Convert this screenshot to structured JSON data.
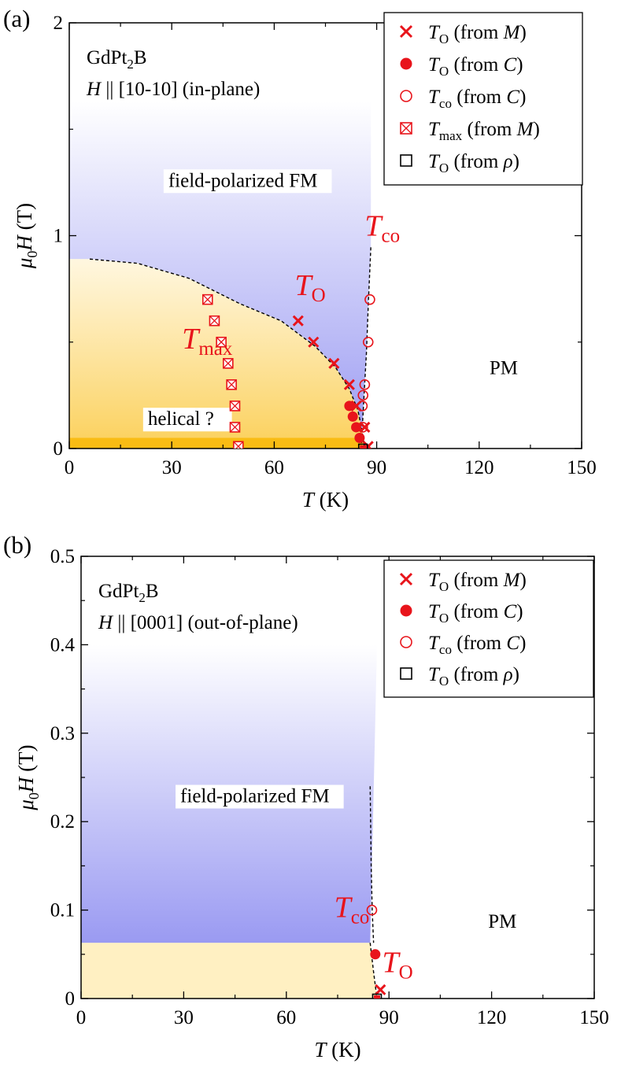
{
  "colors": {
    "marker": "#e8141b",
    "axis": "#000000",
    "fm_fill": "#9a9af2",
    "helical_fill": "#fff0c2",
    "helical_band": "#f9bc14",
    "boundary": "#000000"
  },
  "chart_data": [
    {
      "type": "scatter",
      "panel_label": "(a)",
      "xlabel_italic": "T",
      "xlabel_unit": " (K)",
      "ylabel_prefix": "μ",
      "ylabel_sub": "0",
      "ylabel_var": "H",
      "ylabel_unit": " (T)",
      "xlim": [
        0,
        150
      ],
      "ylim": [
        0,
        2
      ],
      "xticks": [
        0,
        30,
        60,
        90,
        120,
        150
      ],
      "xtick_labels": [
        "0",
        "30",
        "60",
        "90",
        "120",
        "150"
      ],
      "yticks": [
        0,
        1,
        2
      ],
      "ytick_labels": [
        "0",
        "1",
        "2"
      ],
      "sample": {
        "base": "GdPt",
        "sub": "2",
        "tail": "B"
      },
      "field_dir": {
        "var": "H",
        "text": " || [10-10] (in-plane)"
      },
      "legend": [
        {
          "marker": "cross",
          "sym": "T",
          "sub": "O",
          "text": " (from ",
          "var": "M",
          "close": ")"
        },
        {
          "marker": "filled_circle",
          "sym": "T",
          "sub": "O",
          "text": " (from ",
          "var": "C",
          "close": ")"
        },
        {
          "marker": "open_circle",
          "sym": "T",
          "sub": "co",
          "text": " (from ",
          "var": "C",
          "close": ")"
        },
        {
          "marker": "boxed_cross",
          "sym": "T",
          "sub": "max",
          "text": " (from ",
          "var": "M",
          "close": ")"
        },
        {
          "marker": "open_square",
          "sym": "T",
          "sub": "O",
          "text": " (from ",
          "var": "ρ",
          "close": ")"
        }
      ],
      "region_labels": [
        {
          "text": "field-polarized FM",
          "x": 29,
          "y": 1.23,
          "boxed": true
        },
        {
          "text": "helical ?",
          "x": 23,
          "y": 0.11,
          "boxed": true
        },
        {
          "text": "PM",
          "x": 123,
          "y": 0.35,
          "boxed": false
        }
      ],
      "big_labels": [
        {
          "sym": "T",
          "sub": "co",
          "x": 86.5,
          "y": 1.0
        },
        {
          "sym": "T",
          "sub": "O",
          "x": 66,
          "y": 0.72
        },
        {
          "sym": "T",
          "sub": "max",
          "x": 33,
          "y": 0.47
        }
      ],
      "regions": {
        "fm_top": 1.63,
        "helical_band": 0.05,
        "ordered_boundary": [
          [
            0,
            0.89
          ],
          [
            6,
            0.89
          ],
          [
            20,
            0.87
          ],
          [
            35,
            0.8
          ],
          [
            50,
            0.68
          ],
          [
            62,
            0.6
          ],
          [
            72,
            0.48
          ],
          [
            78,
            0.38
          ],
          [
            82,
            0.28
          ],
          [
            84.5,
            0.18
          ],
          [
            85.5,
            0.1
          ],
          [
            86.2,
            0.03
          ],
          [
            86.5,
            0
          ]
        ],
        "crossover_boundary": [
          [
            85.5,
            0
          ],
          [
            85.8,
            0.1
          ],
          [
            86.3,
            0.25
          ],
          [
            87,
            0.45
          ],
          [
            87.6,
            0.7
          ],
          [
            88.3,
            0.95
          ]
        ]
      },
      "series": [
        {
          "name": "TO (from M)",
          "marker": "cross",
          "x": [
            67,
            71.5,
            77.5,
            82,
            84,
            86.5,
            87.5
          ],
          "y": [
            0.6,
            0.5,
            0.4,
            0.3,
            0.2,
            0.1,
            0.01
          ]
        },
        {
          "name": "TO (from C)",
          "marker": "filled_circle",
          "x": [
            82,
            83,
            84,
            85
          ],
          "y": [
            0.2,
            0.15,
            0.1,
            0.05
          ]
        },
        {
          "name": "Tco (from C)",
          "marker": "open_circle",
          "x": [
            88,
            87.5,
            86.5,
            86,
            85.8,
            85.9
          ],
          "y": [
            0.7,
            0.5,
            0.3,
            0.25,
            0.2,
            0.1
          ]
        },
        {
          "name": "Tmax (from M)",
          "marker": "boxed_cross",
          "x": [
            40.5,
            42.5,
            44.5,
            46.5,
            47.5,
            48.5,
            48.5,
            49.5
          ],
          "y": [
            0.7,
            0.6,
            0.5,
            0.4,
            0.3,
            0.2,
            0.1,
            0.01
          ]
        },
        {
          "name": "TO (from rho)",
          "marker": "open_square",
          "x": [
            86
          ],
          "y": [
            0
          ]
        }
      ]
    },
    {
      "type": "scatter",
      "panel_label": "(b)",
      "xlabel_italic": "T",
      "xlabel_unit": " (K)",
      "ylabel_prefix": "μ",
      "ylabel_sub": "0",
      "ylabel_var": "H",
      "ylabel_unit": " (T)",
      "xlim": [
        0,
        150
      ],
      "ylim": [
        0,
        0.5
      ],
      "xticks": [
        0,
        30,
        60,
        90,
        120,
        150
      ],
      "xtick_labels": [
        "0",
        "30",
        "60",
        "90",
        "120",
        "150"
      ],
      "yticks": [
        0,
        0.1,
        0.2,
        0.3,
        0.4,
        0.5
      ],
      "ytick_labels": [
        "0",
        "0.1",
        "0.2",
        "0.3",
        "0.4",
        "0.5"
      ],
      "sample": {
        "base": "GdPt",
        "sub": "2",
        "tail": "B"
      },
      "field_dir": {
        "var": "H",
        "text": " || [0001] (out-of-plane)"
      },
      "legend": [
        {
          "marker": "cross",
          "sym": "T",
          "sub": "O",
          "text": " (from ",
          "var": "M",
          "close": ")"
        },
        {
          "marker": "filled_circle",
          "sym": "T",
          "sub": "O",
          "text": " (from ",
          "var": "C",
          "close": ")"
        },
        {
          "marker": "open_circle",
          "sym": "T",
          "sub": "co",
          "text": " (from ",
          "var": "C",
          "close": ")"
        },
        {
          "marker": "open_square",
          "sym": "T",
          "sub": "O",
          "text": " (from ",
          "var": "ρ",
          "close": ")"
        }
      ],
      "region_labels": [
        {
          "text": "field-polarized FM",
          "x": 29,
          "y": 0.222,
          "boxed": true
        },
        {
          "text": "PM",
          "x": 119,
          "y": 0.08,
          "boxed": false
        }
      ],
      "big_labels": [
        {
          "sym": "T",
          "sub": "co",
          "x": 74,
          "y": 0.092
        },
        {
          "sym": "T",
          "sub": "O",
          "x": 88,
          "y": 0.03
        }
      ],
      "regions": {
        "fm_top": 0.4,
        "helical_top": 0.063,
        "ordered_boundary": [
          [
            84.5,
            0.063
          ],
          [
            85.5,
            0.03
          ],
          [
            86.5,
            0
          ]
        ],
        "crossover_boundary": [
          [
            84.5,
            0.24
          ],
          [
            84.8,
            0.15
          ],
          [
            85.1,
            0.1
          ],
          [
            85.5,
            0.063
          ]
        ]
      },
      "series": [
        {
          "name": "TO (from M)",
          "marker": "cross",
          "x": [
            87.5
          ],
          "y": [
            0.01
          ]
        },
        {
          "name": "TO (from C)",
          "marker": "filled_circle",
          "x": [
            86
          ],
          "y": [
            0.05
          ]
        },
        {
          "name": "Tco (from C)",
          "marker": "open_circle",
          "x": [
            85
          ],
          "y": [
            0.1
          ]
        },
        {
          "name": "TO (from rho)",
          "marker": "open_square",
          "x": [
            86.5
          ],
          "y": [
            0
          ]
        }
      ]
    }
  ]
}
